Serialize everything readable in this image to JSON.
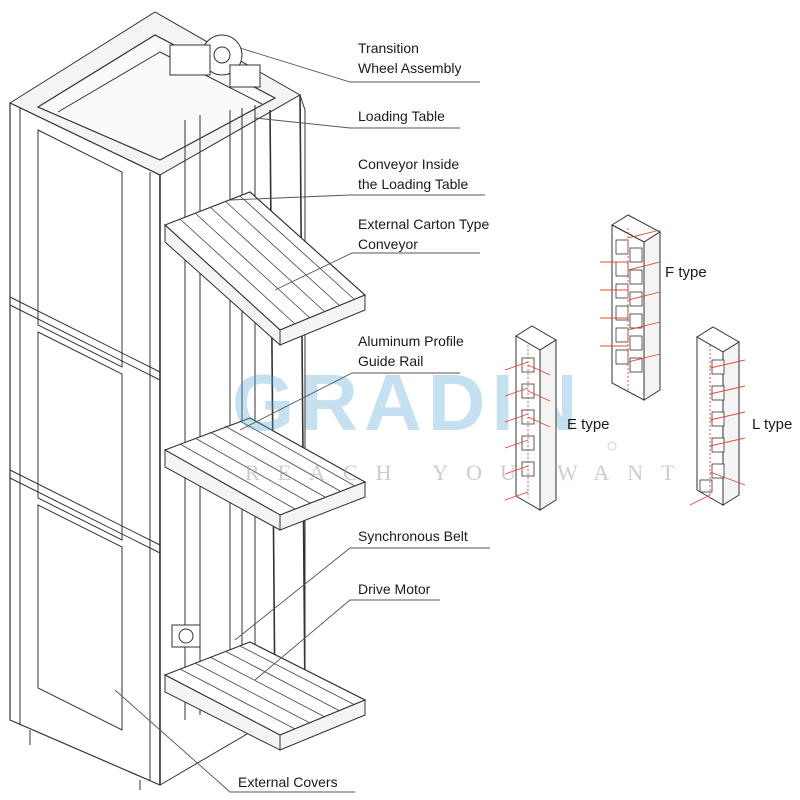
{
  "labels": {
    "transition_wheel_line1": "Transition",
    "transition_wheel_line2": "Wheel  Assembly",
    "loading_table": "Loading Table",
    "conveyor_inside_line1": "Conveyor Inside",
    "conveyor_inside_line2": "the Loading Table",
    "external_carton_line1": "External Carton Type",
    "external_carton_line2": "Conveyor",
    "aluminum_profile_line1": "Aluminum Profile",
    "aluminum_profile_line2": "Guide Rail",
    "synchronous_belt": "Synchronous Belt",
    "drive_motor": "Drive Motor",
    "external_covers": "External Covers"
  },
  "types": {
    "f_type": "F type",
    "e_type": "E type",
    "l_type": "L type"
  },
  "watermark": {
    "brand": "GRADIN",
    "tagline": "REACH YOU WANT"
  },
  "colors": {
    "line": "#333333",
    "arrow": "#e04a3a",
    "watermark": "#5aaad8"
  }
}
